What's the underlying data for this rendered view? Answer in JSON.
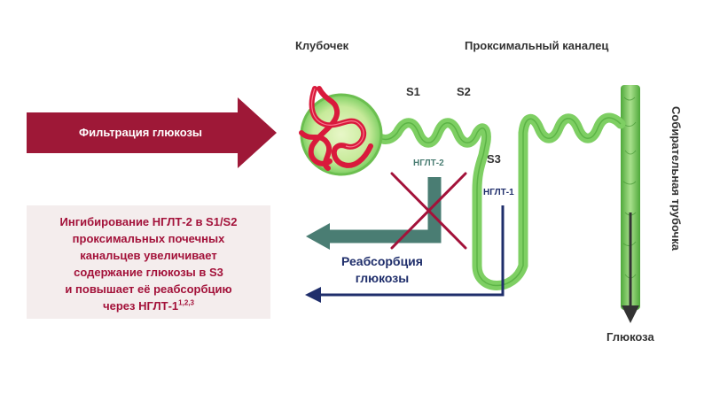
{
  "labels": {
    "glomerulus": "Клубочек",
    "proximal_tubule": "Проксимальный каналец",
    "s1": "S1",
    "s2": "S2",
    "s3": "S3",
    "sglt2": "НГЛТ-2",
    "sglt1": "НГЛТ-1",
    "collecting_duct": "Собирательная трубочка",
    "glucose": "Глюкоза"
  },
  "filtration_arrow": {
    "label": "Фильтрация глюкозы"
  },
  "reabsorption": {
    "line1": "Реабсорбция",
    "line2": "глюкозы"
  },
  "note": {
    "lines": [
      "Ингибирование НГЛТ-2 в S1/S2",
      "проксимальных почечных",
      "канальцев увеличивает",
      "содержание глюкозы в S3",
      "и повышает её реабсорбцию"
    ],
    "last_line": "через НГЛТ-1",
    "superscript": "1,2,3"
  },
  "colors": {
    "filtration_arrow": "#9e1837",
    "note_text": "#a3123a",
    "note_bg": "#f4eded",
    "sglt2_arrow": "#4a7d73",
    "sglt1_arrow": "#1f2e6b",
    "blocked_cross": "#a3123a",
    "tubule": "#7ecf63",
    "capillary": "#d91a3c"
  }
}
